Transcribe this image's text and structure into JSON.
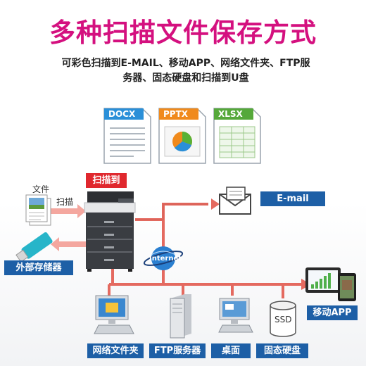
{
  "title": "多种扫描文件保存方式",
  "subtitle_line1": "可彩色扫描到E-MAIL、移动APP、网络文件夹、FTP服",
  "subtitle_line2": "务器、固态硬盘和扫描到U盘",
  "files": [
    {
      "label": "DOCX",
      "color": "#2a8fd8"
    },
    {
      "label": "PPTX",
      "color": "#f08a1c"
    },
    {
      "label": "XLSX",
      "color": "#55a83a"
    }
  ],
  "labels": {
    "scan_to": "扫描到",
    "document": "文件",
    "scan": "扫描",
    "email": "E-mail",
    "external_storage": "外部存储器",
    "internet": "Internet",
    "mobile_app": "移动APP",
    "network_folder": "网络文件夹",
    "ftp_server": "FTP服务器",
    "desktop": "桌面",
    "ssd_drive": "固态硬盘",
    "ssd": "SSD"
  },
  "colors": {
    "title": "#d4107f",
    "label_bg": "#1d5fa6",
    "accent_red": "#e0282e",
    "line": "#e46a60"
  }
}
